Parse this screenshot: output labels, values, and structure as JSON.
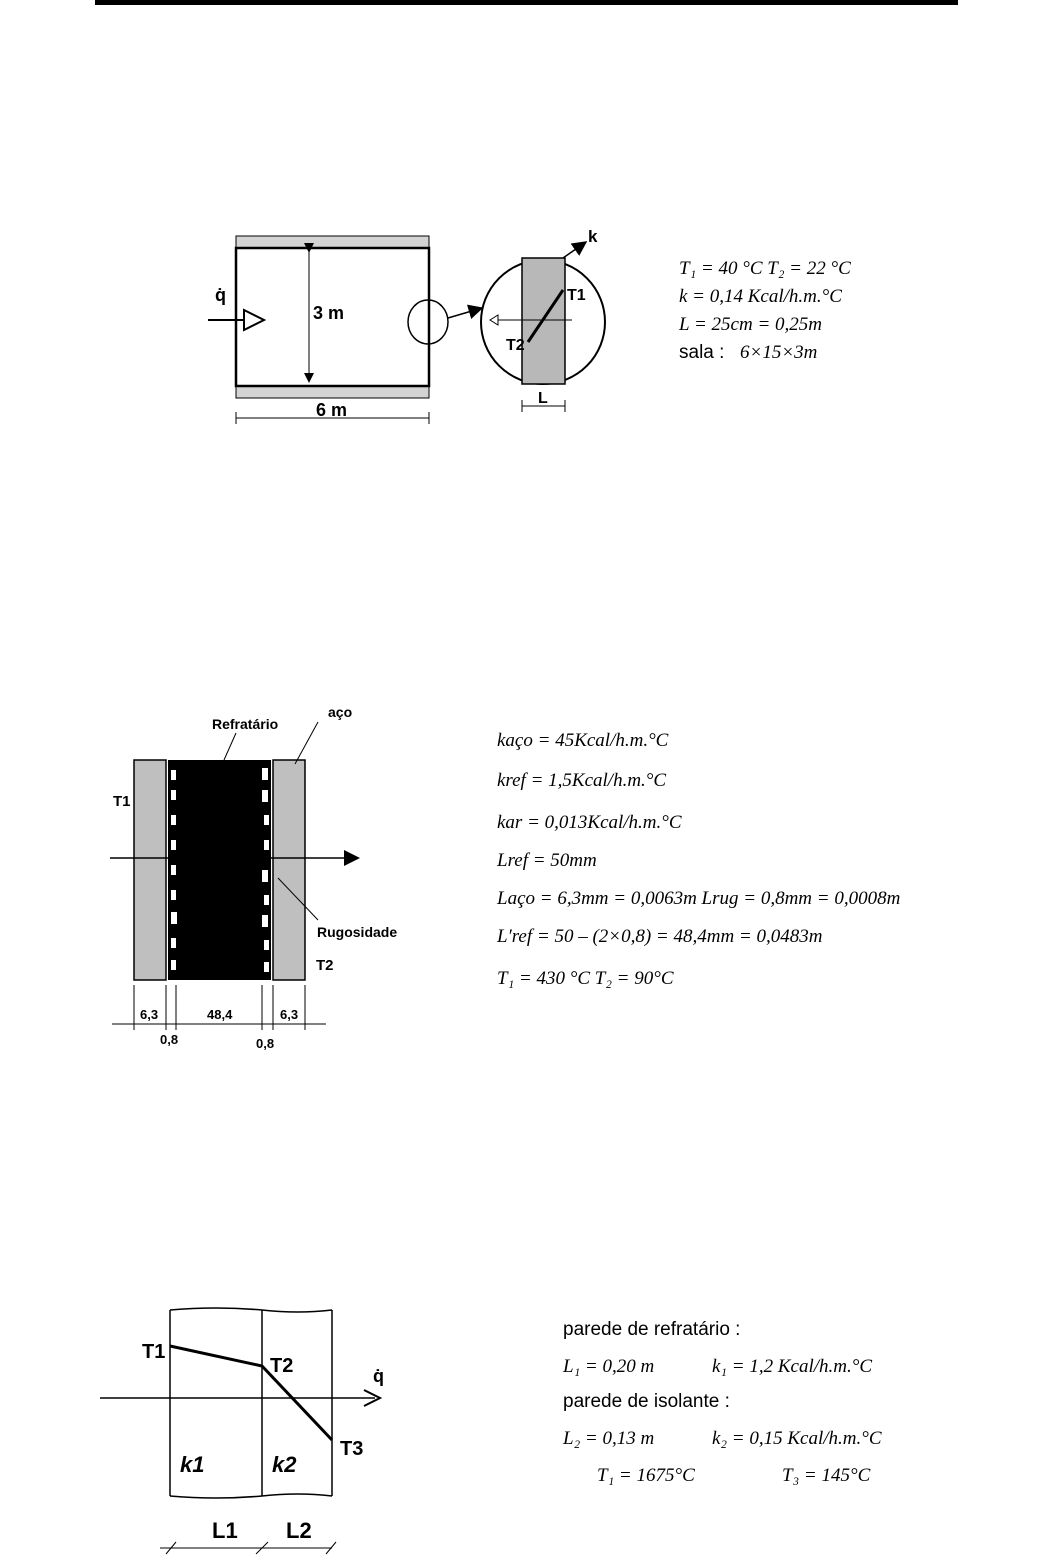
{
  "figure1": {
    "q_label": "q̇",
    "height_label": "3 m",
    "width_label": "6 m",
    "k_label": "k",
    "t1_label": "T1",
    "t2_label": "T2",
    "l_label": "L",
    "eq1": "T₁ = 40 °C   T₂ = 22 °C",
    "eq2": "k = 0,14 Kcal/h.m.°C",
    "eq3": "L = 25cm = 0,25m",
    "eq4_prefix": "sala :",
    "eq4_value": "6×15×3m"
  },
  "figure2": {
    "refratario_label": "Refratário",
    "aco_label": "aço",
    "rugosidade_label": "Rugosidade",
    "t1_label": "T1",
    "t2_label": "T2",
    "dims": [
      "6,3",
      "48,4",
      "6,3"
    ],
    "rug_dims": [
      "0,8",
      "0,8"
    ],
    "eq1": "kaço = 45Kcal/h.m.°C",
    "eq2": "kref = 1,5Kcal/h.m.°C",
    "eq3": "kar = 0,013Kcal/h.m.°C",
    "eq4": "Lref = 50mm",
    "eq5": "Laço = 6,3mm = 0,0063m Lrug = 0,8mm = 0,0008m",
    "eq6": "L′ref = 50 – (2×0,8) = 48,4mm = 0,0483m",
    "eq7": "T₁ = 430 °C    T₂ = 90°C"
  },
  "figure3": {
    "t1_label": "T1",
    "t2_label": "T2",
    "t3_label": "T3",
    "q_label": "q̇",
    "k1_label": "k1",
    "k2_label": "k2",
    "l1_label": "L1",
    "l2_label": "L2",
    "h1": "parede de refratário :",
    "eq1a": "L₁ = 0,20 m",
    "eq1b": "k₁ = 1,2 Kcal/h.m.°C",
    "h2": "parede de isolante :",
    "eq2a": "L₂ = 0,13 m",
    "eq2b": "k₂ = 0,15 Kcal/h.m.°C",
    "eq3a": "T₁ = 1675°C",
    "eq3b": "T₃ = 145°C"
  }
}
